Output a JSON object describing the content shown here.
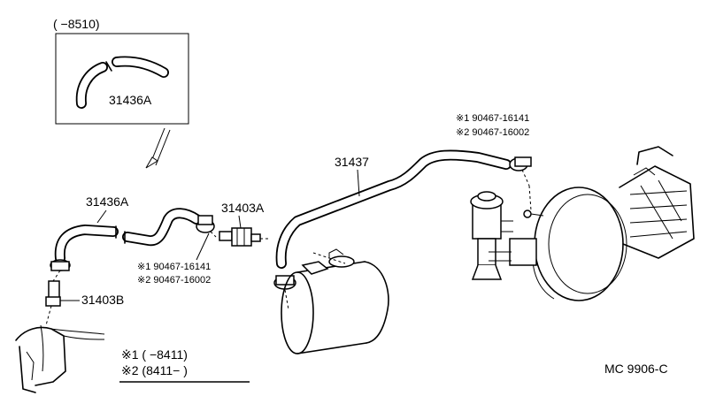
{
  "inset": {
    "range_label": "(    −8510)",
    "part": "31436A"
  },
  "parts": {
    "hose_left": "31436A",
    "valve": "31403A",
    "hose_main": "31437",
    "check_valve": "31403B"
  },
  "clamp_left": {
    "line1": "※1  90467-16141",
    "line2": "※2  90467-16002"
  },
  "clamp_right": {
    "line1": "※1  90467-16141",
    "line2": "※2  90467-16002"
  },
  "notes": {
    "line1": "※1  (      −8411)",
    "line2": "※2  (8411−        )"
  },
  "diagram_code": "MC  9906-C"
}
